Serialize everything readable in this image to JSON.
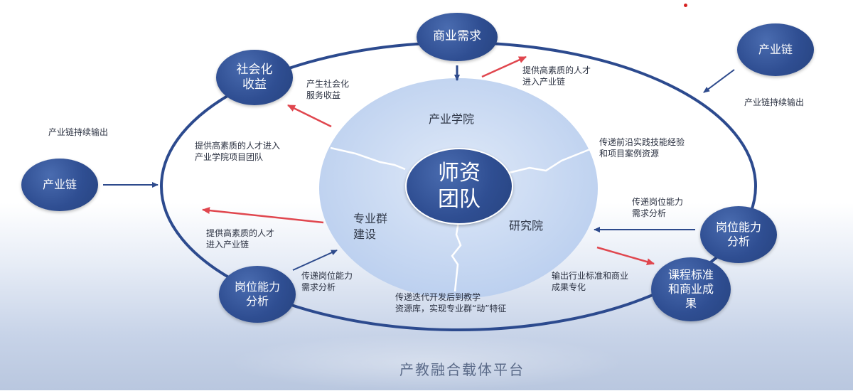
{
  "center": {
    "label_line1": "师资",
    "label_line2": "团队"
  },
  "inner_sections": {
    "industry_college": "产业学院",
    "major_group": "专业群\n建设",
    "research_institute": "研究院"
  },
  "nodes": {
    "business_demand": "商业需求",
    "social_benefit": "社会化\n收益",
    "industry_chain_left": "产业链",
    "industry_chain_right": "产业链",
    "job_ability_left": "岗位能力\n分析",
    "job_ability_right": "岗位能力\n分析",
    "curriculum_standard": "课程标准\n和商业成\n果"
  },
  "annotations": {
    "chain_output_left": "产业链持续输出",
    "chain_output_right": "产业链持续输出",
    "social_service": "产生社会化\n服务收益",
    "talent_to_chain_top": "提供高素质的人才\n进入产业链",
    "talent_to_college": "提供高素质的人才进入\n产业学院项目团队",
    "talent_to_chain_left": "提供高素质的人才\n进入产业链",
    "frontier_skills": "传递前沿实践技能经验\n和项目案例资源",
    "job_demand_right": "传递岗位能力\n需求分析",
    "job_demand_left": "传递岗位能力\n需求分析",
    "industry_standard_output": "输出行业标准和商业\n成果专化",
    "iterative_dev": "传递迭代开发后到教学\n资源库，实现专业群“动”特征"
  },
  "platform_title": "产教融合载体平台",
  "colors": {
    "node_fill": "#2f4e92",
    "ring_stroke": "#2c4a8e",
    "inner_disc": "#c9daf3",
    "red_arrow": "#e0464e",
    "blue_arrow": "#2d4a8c"
  }
}
